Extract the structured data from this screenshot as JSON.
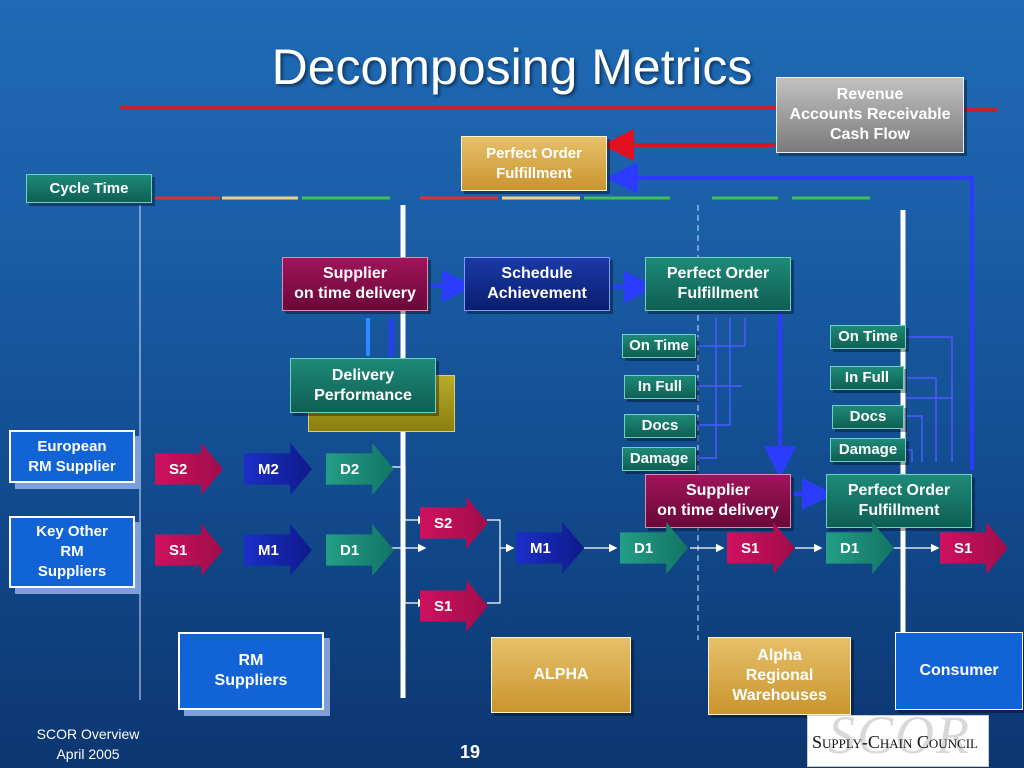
{
  "title": "Decomposing Metrics",
  "boxes": {
    "revenue": "Revenue\nAccounts Receivable\nCash Flow",
    "perfect_order_top": "Perfect Order\nFulfillment",
    "cycle_time": "Cycle Time",
    "supplier_otd_top": "Supplier\non time delivery",
    "schedule_achievement": "Schedule\nAchievement",
    "perfect_order_mid": "Perfect Order\nFulfillment",
    "delivery_performance": "Delivery\nPerformance",
    "european_rm": "European\nRM Supplier",
    "key_other_rm": "Key Other\nRM\nSuppliers",
    "supplier_otd_low": "Supplier\non time delivery",
    "perfect_order_low": "Perfect Order\nFulfillment",
    "rm_suppliers": "RM\nSuppliers",
    "alpha": "ALPHA",
    "alpha_regional": "Alpha\nRegional\nWarehouses",
    "consumer": "Consumer"
  },
  "metrics_left": [
    "On Time",
    "In Full",
    "Docs",
    "Damage"
  ],
  "metrics_right": [
    "On Time",
    "In Full",
    "Docs",
    "Damage"
  ],
  "arrows": {
    "s2_top": "S2",
    "m2": "M2",
    "d2": "D2",
    "s1_left": "S1",
    "m1_left": "M1",
    "d1_left": "D1",
    "s2_mid": "S2",
    "s1_mid": "S1",
    "m1_alpha": "M1",
    "d1_alpha": "D1",
    "s1_wh": "S1",
    "d1_wh": "D1",
    "s1_consumer": "S1"
  },
  "footer": {
    "left": "SCOR Overview\nApril 2005",
    "page": "19",
    "logo_big": "SCOR",
    "logo_small": "Supply-Chain Council"
  },
  "colors": {
    "accent_red": "#e01020",
    "accent_blue": "#2b3cff",
    "gold": "#d8a84a",
    "teal": "#147060",
    "maroon": "#8a0c48"
  }
}
